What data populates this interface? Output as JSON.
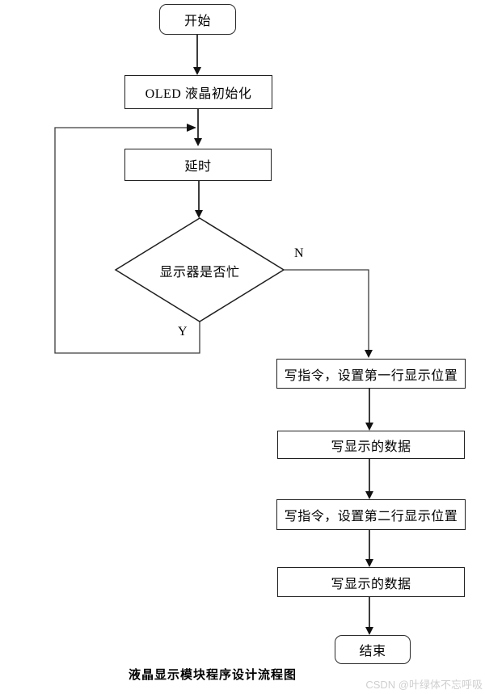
{
  "flowchart": {
    "nodes": {
      "start": {
        "label": "开始"
      },
      "init": {
        "label": "OLED 液晶初始化"
      },
      "delay": {
        "label": "延时"
      },
      "busy_check": {
        "label": "显示器是否忙"
      },
      "cmd_row1": {
        "label": "写指令，设置第一行显示位置"
      },
      "write_data1": {
        "label": "写显示的数据"
      },
      "cmd_row2": {
        "label": "写指令，设置第二行显示位置"
      },
      "write_data2": {
        "label": "写显示的数据"
      },
      "end": {
        "label": "结束"
      }
    },
    "branch_labels": {
      "no": "N",
      "yes": "Y"
    },
    "caption": "液晶显示模块程序设计流程图",
    "watermark": "CSDN @叶绿体不忘呼吸",
    "colors": {
      "background": "#ffffff",
      "node_border": "#1f1f1f",
      "connector": "#3c3c3c",
      "arrowhead": "#111111",
      "text": "#000000",
      "watermark": "#cfcfcf"
    }
  }
}
